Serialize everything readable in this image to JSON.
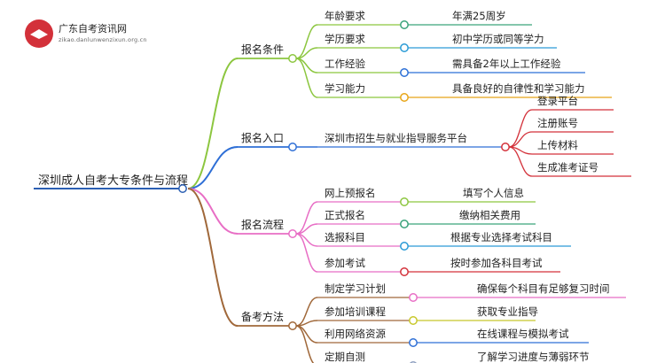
{
  "logo": {
    "title": "广东自考资讯网",
    "subtitle": "zikao.danlunwenzixun.org.cn"
  },
  "root": {
    "label": "深圳成人自考大专条件与流程"
  },
  "branches": [
    {
      "label": "报名条件",
      "color": "#8cc63f",
      "items": [
        {
          "label": "年龄要求",
          "detail": "年满25周岁"
        },
        {
          "label": "学历要求",
          "detail": "初中学历或同等学力"
        },
        {
          "label": "工作经验",
          "detail": "需具备2年以上工作经验"
        },
        {
          "label": "学习能力",
          "detail": "具备良好的自律性和学习能力"
        }
      ]
    },
    {
      "label": "报名入口",
      "color": "#2e6fd6",
      "items": [
        {
          "label": "深圳市招生与就业指导服务平台",
          "steps": [
            "登录平台",
            "注册账号",
            "上传材料",
            "生成准考证号"
          ]
        }
      ]
    },
    {
      "label": "报名流程",
      "color": "#e86ec5",
      "items": [
        {
          "label": "网上预报名",
          "detail": "填写个人信息"
        },
        {
          "label": "正式报名",
          "detail": "缴纳相关费用"
        },
        {
          "label": "选报科目",
          "detail": "根据专业选择考试科目"
        },
        {
          "label": "参加考试",
          "detail": "按时参加各科目考试"
        }
      ]
    },
    {
      "label": "备考方法",
      "color": "#a0683a",
      "items": [
        {
          "label": "制定学习计划",
          "detail": "确保每个科目有足够复习时间"
        },
        {
          "label": "参加培训课程",
          "detail": "获取专业指导"
        },
        {
          "label": "利用网络资源",
          "detail": "在线课程与模拟考试"
        },
        {
          "label": "定期自测",
          "detail": "了解学习进度与薄弱环节"
        }
      ]
    }
  ],
  "colors": {
    "root_line": "#2b5fb3",
    "cond_leaf": [
      "#3aa37b",
      "#2a9bd6",
      "#2b6fd6",
      "#e8a517"
    ],
    "proc_leaf": [
      "#8cc63f",
      "#3aa37b",
      "#2a9bd6",
      "#d3313a"
    ],
    "prep_leaf": [
      "#e86ec5",
      "#c8c82a",
      "#2e6fd6",
      "#8fa0c0"
    ],
    "entry_step": "#d3313a"
  }
}
